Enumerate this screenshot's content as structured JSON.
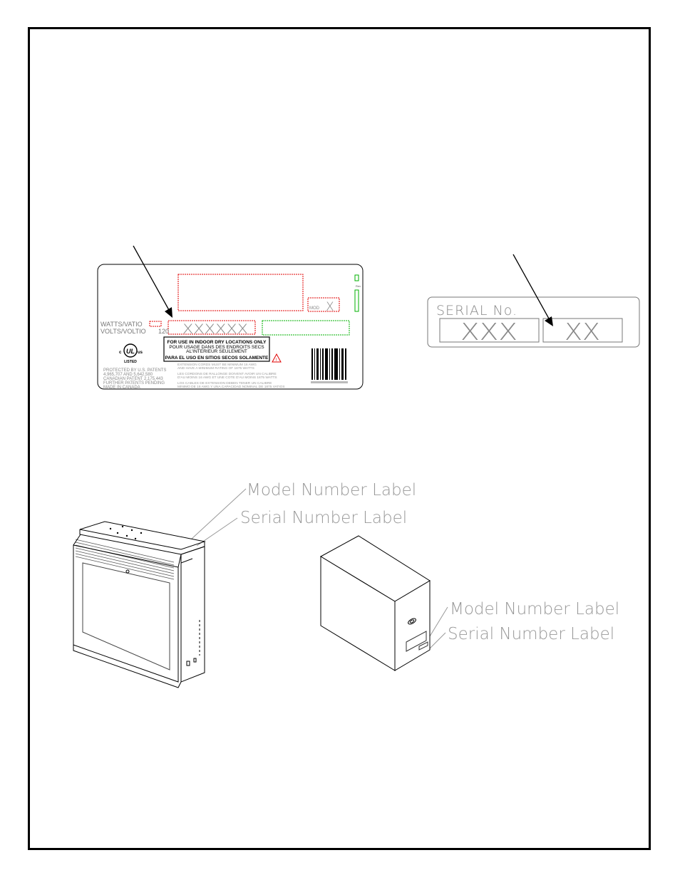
{
  "model_label": {
    "watts_label": "WATTS/VATIO",
    "volts_label": "VOLTS/VOLTIO",
    "volts_value": "120",
    "model_value": "XXXXXX",
    "mod_label": "MOD",
    "mod_value": "X",
    "indoor_line1": "FOR USE IN INDOOR DRY LOCATIONS ONLY",
    "indoor_line2": "POUR USAGE DANS DES ENDROITS SECS",
    "indoor_line3": "AL'INTERIEUR SEULEMENT",
    "indoor_line4": "PARA EL USO EN SITIOS SECOS SOLAMENTE",
    "ul_text": "UL",
    "ul_c": "c",
    "ul_us": "us",
    "ul_listed": "LISTED",
    "patent_line1": "PROTECTED BY U.S. PATENTS",
    "patent_line2": "4,965,707 AND 5,642,580",
    "patent_line3": "CANADIAN PATENT 2,175,443",
    "patent_line4": "FURTHER PATENTS PENDING",
    "patent_line5": "MADE IN CANADA",
    "ext_line1": "EXTENSION CORDS MUST BE MINIMUM 16 AWG",
    "ext_line2": "AND HAVE A MINIMUM RATING OF 1875 WATTS",
    "ext_line3": "LES CORDONS DE RALLONGE DOIVENT AVOIR UN CALIBRE",
    "ext_line4": "D'AU MOINS 16 AWG ET UNE COTE D'AU MOINS 1875 WATTS",
    "ext_line5": "LOS CABLES DE EXTENSION DEBEN TENER UN CALIBRE",
    "ext_line6": "MINIMO DE 16 AWG Y UNA CAPACIDAD NOMINAL DE 1875 VATIOS",
    "side_text": "Rev"
  },
  "serial_label": {
    "title": "SERIAL No.",
    "part1": "XXX",
    "part2": "XX"
  },
  "callouts": {
    "left_model": "Model Number Label",
    "left_serial": "Serial Number Label",
    "right_model": "Model Number Label",
    "right_serial": "Serial Number Label"
  },
  "colors": {
    "line": "#000000",
    "red_box": "#e00000",
    "green_box": "#00b000",
    "callout_gray": "#808080"
  }
}
